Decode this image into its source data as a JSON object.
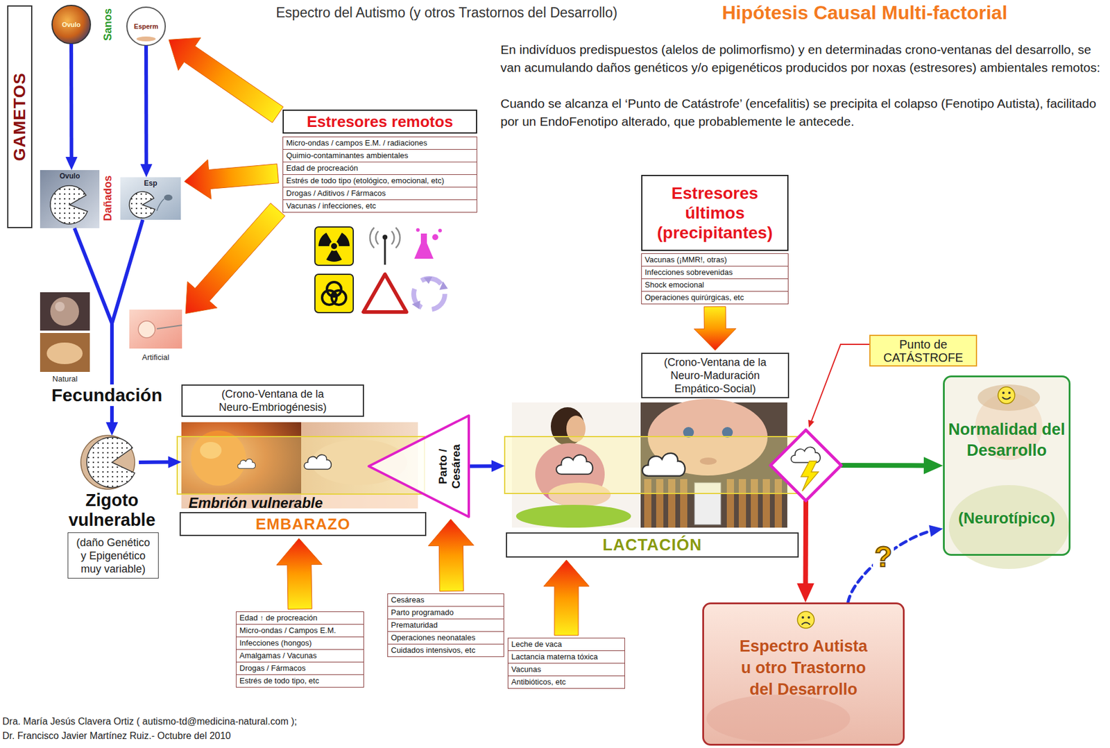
{
  "diagram": {
    "title": "Espectro del Autismo (y otros Trastornos del Desarrollo)",
    "nodes": [
      {
        "text": [
          "GAMETOS"
        ]
      },
      {
        "text": [
          "Ovulo"
        ]
      },
      {
        "text": [
          "Esperm"
        ]
      },
      {
        "text": [
          "Ovulo"
        ]
      },
      {
        "text": [
          "Esp"
        ]
      },
      {
        "text": [
          "Estresores remotos",
          "Micro-ondas / campos E.M. / radiaciones",
          "Quimio-contaminantes ambientales",
          "Edad de procreación",
          "Estrés de todo tipo (etológico, emocional, etc)",
          "Drogas / Aditivos / Fármacos",
          "Vacunas / infecciones, etc"
        ]
      },
      {
        "text": [
          "Natural"
        ]
      },
      {
        "text": [
          "Artificial"
        ]
      },
      {
        "text": [
          "Zigoto vulnerable"
        ]
      },
      {
        "text": [
          "(daño Genético y Epigenético muy variable)"
        ]
      },
      {
        "text": [
          "(Crono-Ventana de la Neuro-Embriogénesis)"
        ]
      },
      {
        "text": [
          "Embrión vulnerable",
          "EMBARAZO"
        ]
      },
      {
        "text": [
          "Parto / Cesárea"
        ]
      },
      {
        "text": [
          "Estresores últimos (precipitantes)",
          "Vacunas (¡MMR!, otras)",
          "Infecciones sobrevenidas",
          "Shock emocional",
          "Operaciones quirúrgicas, etc"
        ]
      },
      {
        "text": [
          "(Crono-Ventana de la Neuro-Maduración Empático-Social)"
        ]
      },
      {
        "text": [
          "LACTACIÓN"
        ]
      },
      {
        "text": [
          "Punto de CATÁSTROFE"
        ]
      },
      {
        "text": [
          "Normalidad del Desarrollo",
          "(Neurotípico)"
        ]
      },
      {
        "text": [
          "Edad ↑ de procreación",
          "Micro-ondas / Campos E.M.",
          "Infecciones (hongos)",
          "Amalgamas / Vacunas",
          "Drogas / Fármacos",
          "Estrés de todo tipo, etc"
        ]
      },
      {
        "text": [
          "Cesáreas",
          "Parto programado",
          "Prematuridad",
          "Operaciones neonatales",
          "Cuidados intensivos, etc"
        ]
      },
      {
        "text": [
          "Leche de vaca",
          "Lactancia materna tóxica",
          "Vacunas",
          "Antibióticos, etc"
        ]
      },
      {
        "text": [
          "Espectro Autista u otro Trastorno del Desarrollo"
        ]
      }
    ],
    "edges": [
      {
        "from": 1,
        "to": 3,
        "arrow": "to"
      },
      {
        "from": 2,
        "to": 4,
        "arrow": "to"
      },
      {
        "from": 3,
        "to": 8,
        "arrow": "to"
      },
      {
        "from": 4,
        "to": 8,
        "arrow": "to"
      },
      {
        "from": 5,
        "to": 2,
        "arrow": "to"
      },
      {
        "from": 5,
        "to": 4,
        "arrow": "to"
      },
      {
        "from": 5,
        "to": 7,
        "arrow": "to"
      },
      {
        "from": 8,
        "to": 11,
        "arrow": "to"
      },
      {
        "from": 12,
        "to": 15,
        "arrow": "to"
      },
      {
        "from": 13,
        "to": 14,
        "arrow": "to"
      },
      {
        "from": 18,
        "to": 11,
        "arrow": "to"
      },
      {
        "from": 19,
        "to": 12,
        "arrow": "to"
      },
      {
        "from": 20,
        "to": 15,
        "arrow": "to"
      },
      {
        "from": 16,
        "to": 17,
        "arrow": "to"
      },
      {
        "from": 16,
        "to": 21,
        "arrow": "to"
      },
      {
        "from": 21,
        "to": 17,
        "label": "?",
        "arrow": "to"
      }
    ],
    "labels": [
      "Hipótesis Causal Multi-factorial",
      "Sanos",
      "Dañados",
      "Fecundación",
      "En indivíduos predispuestos (alelos de polimorfismo) y en determinadas crono-ventanas del desarrollo, se van acumulando daños genéticos y/o epigenéticos producidos por noxas (estresores) ambientales remotos:",
      "Cuando se alcanza el ‘Punto de Catástrofe’ (encefalitis) se precipita el colapso (Fenotipo Autista), facilitado por un EndoFenotipo alterado, que probablemente le antecede.",
      "Dra. María Jesús Clavera Ortiz ( autismo-td@medicina-natural.com );",
      "Dr. Francisco Javier Martínez Ruiz.- Octubre del 2010"
    ]
  }
}
